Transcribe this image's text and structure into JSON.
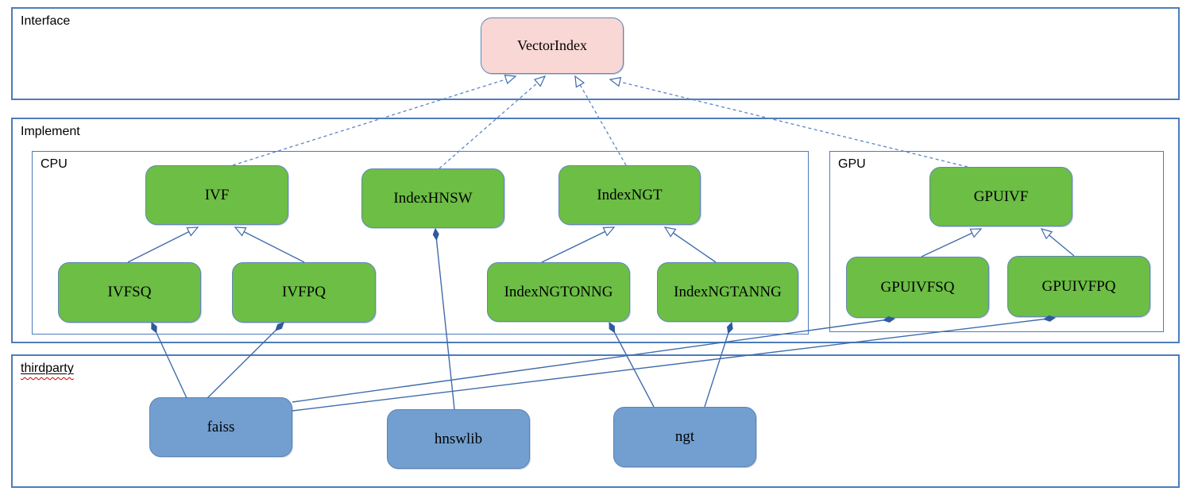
{
  "diagram": {
    "containers": {
      "interface": {
        "label": "Interface"
      },
      "implement": {
        "label": "Implement"
      },
      "cpu": {
        "label": "CPU"
      },
      "gpu": {
        "label": "GPU"
      },
      "thirdparty": {
        "label": "thirdparty"
      }
    },
    "nodes": {
      "vectorindex": {
        "label": "VectorIndex",
        "kind": "interface",
        "container": "interface"
      },
      "ivf": {
        "label": "IVF",
        "kind": "class",
        "container": "cpu"
      },
      "indexhnsw": {
        "label": "IndexHNSW",
        "kind": "class",
        "container": "cpu"
      },
      "indexngt": {
        "label": "IndexNGT",
        "kind": "class",
        "container": "cpu"
      },
      "gpuivf": {
        "label": "GPUIVF",
        "kind": "class",
        "container": "gpu"
      },
      "ivfsq": {
        "label": "IVFSQ",
        "kind": "class",
        "container": "cpu"
      },
      "ivfpq": {
        "label": "IVFPQ",
        "kind": "class",
        "container": "cpu"
      },
      "indexngtonng": {
        "label": "IndexNGTONNG",
        "kind": "class",
        "container": "cpu"
      },
      "indexngtanng": {
        "label": "IndexNGTANNG",
        "kind": "class",
        "container": "cpu"
      },
      "gpuivfsq": {
        "label": "GPUIVFSQ",
        "kind": "class",
        "container": "gpu"
      },
      "gpuivfpq": {
        "label": "GPUIVFPQ",
        "kind": "class",
        "container": "gpu"
      },
      "faiss": {
        "label": "faiss",
        "kind": "library",
        "container": "thirdparty"
      },
      "hnswlib": {
        "label": "hnswlib",
        "kind": "library",
        "container": "thirdparty"
      },
      "ngt": {
        "label": "ngt",
        "kind": "library",
        "container": "thirdparty"
      }
    },
    "edges": [
      {
        "from": "IVF",
        "to": "VectorIndex",
        "relation": "realization",
        "style": "dashed-open-arrow"
      },
      {
        "from": "IndexHNSW",
        "to": "VectorIndex",
        "relation": "realization",
        "style": "dashed-open-arrow"
      },
      {
        "from": "IndexNGT",
        "to": "VectorIndex",
        "relation": "realization",
        "style": "dashed-open-arrow"
      },
      {
        "from": "GPUIVF",
        "to": "VectorIndex",
        "relation": "realization",
        "style": "dashed-open-arrow"
      },
      {
        "from": "IVFSQ",
        "to": "IVF",
        "relation": "generalization",
        "style": "solid-open-arrow"
      },
      {
        "from": "IVFPQ",
        "to": "IVF",
        "relation": "generalization",
        "style": "solid-open-arrow"
      },
      {
        "from": "IndexNGTONNG",
        "to": "IndexNGT",
        "relation": "generalization",
        "style": "solid-open-arrow"
      },
      {
        "from": "IndexNGTANNG",
        "to": "IndexNGT",
        "relation": "generalization",
        "style": "solid-open-arrow"
      },
      {
        "from": "GPUIVFSQ",
        "to": "GPUIVF",
        "relation": "generalization",
        "style": "solid-open-arrow"
      },
      {
        "from": "GPUIVFPQ",
        "to": "GPUIVF",
        "relation": "generalization",
        "style": "solid-open-arrow"
      },
      {
        "from": "faiss",
        "to": "IVFSQ",
        "relation": "composition",
        "style": "solid-filled-diamond"
      },
      {
        "from": "faiss",
        "to": "IVFPQ",
        "relation": "composition",
        "style": "solid-filled-diamond"
      },
      {
        "from": "faiss",
        "to": "GPUIVFSQ",
        "relation": "composition",
        "style": "solid-filled-diamond"
      },
      {
        "from": "faiss",
        "to": "GPUIVFPQ",
        "relation": "composition",
        "style": "solid-filled-diamond"
      },
      {
        "from": "hnswlib",
        "to": "IndexHNSW",
        "relation": "composition",
        "style": "solid-filled-diamond"
      },
      {
        "from": "ngt",
        "to": "IndexNGTONNG",
        "relation": "composition",
        "style": "solid-filled-diamond"
      },
      {
        "from": "ngt",
        "to": "IndexNGTANNG",
        "relation": "composition",
        "style": "solid-filled-diamond"
      }
    ],
    "colors": {
      "interface_node_fill": "#f8d7d4",
      "class_node_fill": "#6cbe45",
      "library_node_fill": "#729fcf",
      "node_border": "#6286b8",
      "container_border": "#4d7cbc",
      "connector": "#3f6cab",
      "spellcheck_underline": "#cc0000"
    }
  }
}
